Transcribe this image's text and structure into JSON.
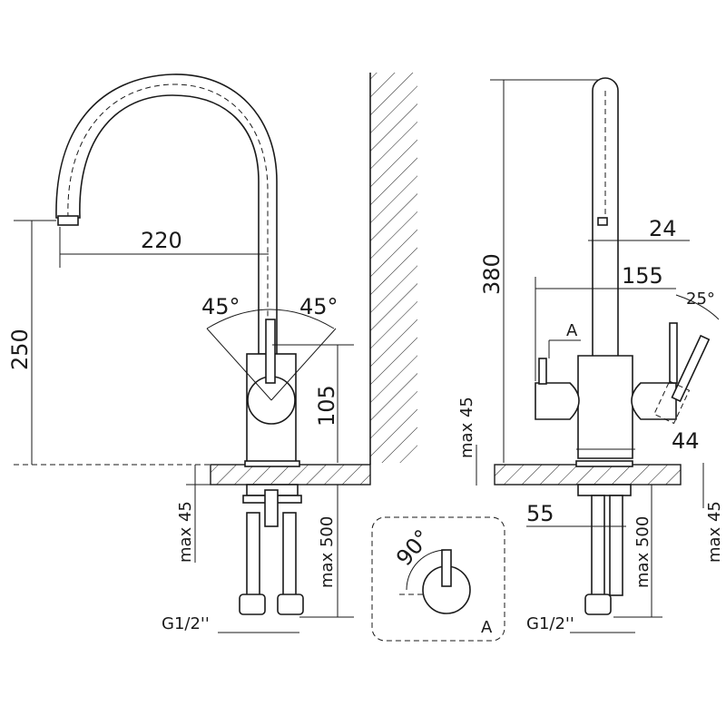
{
  "left_view": {
    "spout_reach": "220",
    "lever_angle_left": "45°",
    "lever_angle_right": "45°",
    "spout_height": "250",
    "body_height": "105",
    "max_counter": "max 45",
    "max_hose": "max 500",
    "thread": "G1/2''"
  },
  "detail_a": {
    "angle": "90°",
    "label": "A"
  },
  "right_view": {
    "total_height": "380",
    "pipe_diameter": "24",
    "width": "155",
    "lever_angle": "25°",
    "detail_ref": "A",
    "max_counter_left": "max 45",
    "base_diameter": "44",
    "shank_diameter": "55",
    "max_hose": "max 500",
    "thread": "G1/2''",
    "max_counter_right": "max 45"
  }
}
